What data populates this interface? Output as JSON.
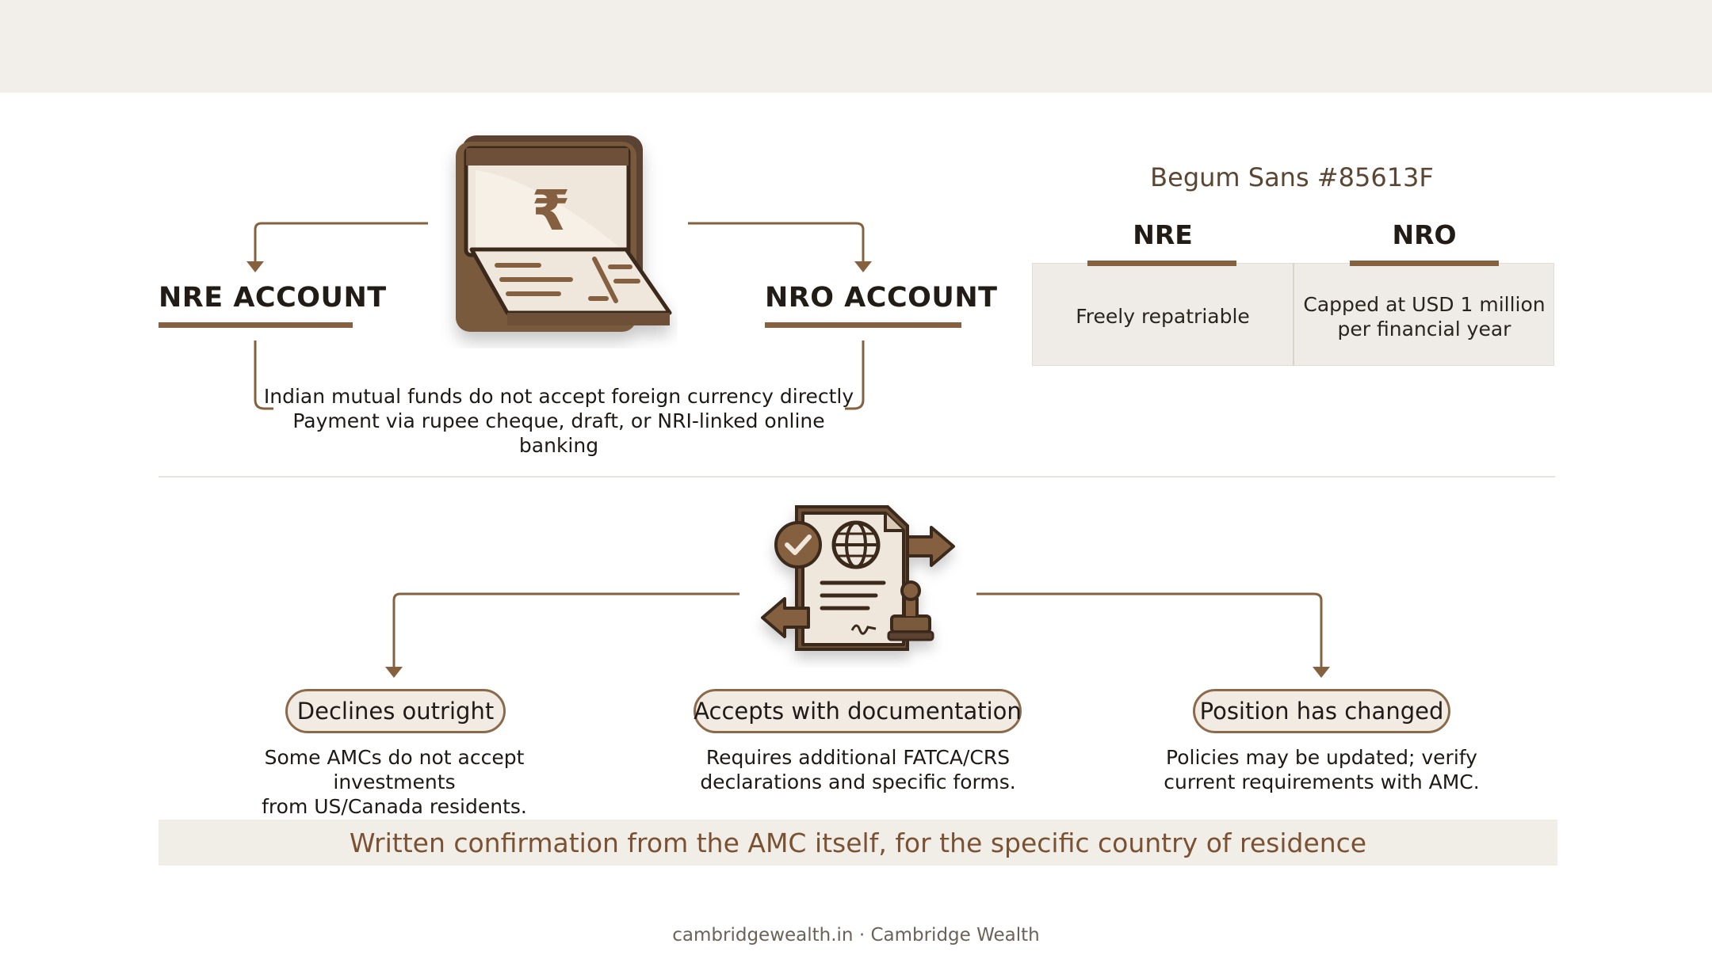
{
  "top_section": {
    "nre_account_title": "NRE ACCOUNT",
    "nro_account_title": "NRO ACCOUNT",
    "note_line_1": "Indian mutual funds do not accept foreign currency directly",
    "note_line_2": "Payment via rupee cheque, draft, or NRI-linked online banking",
    "center_icon": "rupee-checkbook-icon"
  },
  "comparison_table": {
    "caption": "Begum Sans #85613F",
    "columns": [
      {
        "heading": "NRE",
        "line_1": "Freely repatriable",
        "line_2": ""
      },
      {
        "heading": "NRO",
        "line_1": "Capped at USD 1 million",
        "line_2": "per financial year"
      }
    ]
  },
  "bottom_section": {
    "center_icon": "documents-compliance-icon",
    "outcomes": [
      {
        "label": "Declines outright",
        "line_1": "Some AMCs do not accept investments",
        "line_2": "from US/Canada residents."
      },
      {
        "label": "Accepts with documentation",
        "line_1": "Requires additional FATCA/CRS",
        "line_2": "declarations and specific forms."
      },
      {
        "label": "Position has changed",
        "line_1": "Policies may be updated; verify",
        "line_2": "current requirements with AMC."
      }
    ]
  },
  "banner": {
    "text": "Written confirmation from the AMC itself, for the specific country of residence"
  },
  "footer": {
    "text": "cambridgewealth.in · Cambridge Wealth"
  },
  "colors": {
    "accent": "#85613F",
    "top_band": "#F2EFEA",
    "banner_bg": "#F1EDE7",
    "banner_text": "#7A5233"
  }
}
